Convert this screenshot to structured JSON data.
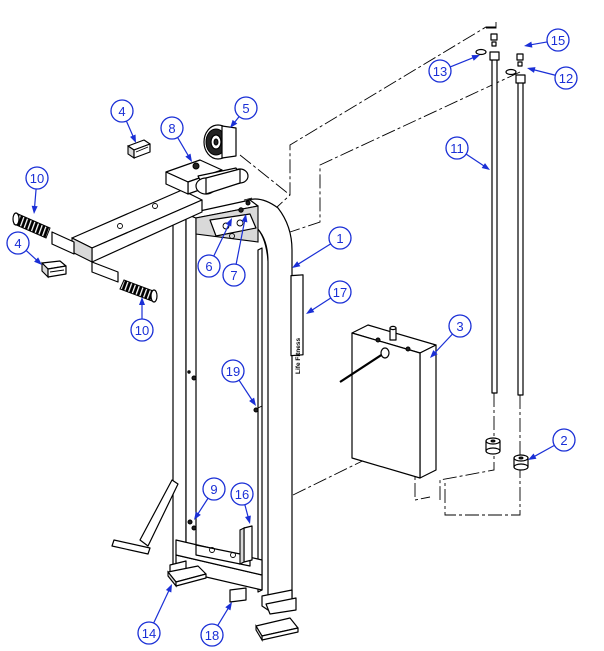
{
  "callouts": [
    {
      "id": "c1",
      "label": "1"
    },
    {
      "id": "c2",
      "label": "2"
    },
    {
      "id": "c3",
      "label": "3"
    },
    {
      "id": "c4a",
      "label": "4"
    },
    {
      "id": "c4b",
      "label": "4"
    },
    {
      "id": "c5",
      "label": "5"
    },
    {
      "id": "c6",
      "label": "6"
    },
    {
      "id": "c7",
      "label": "7"
    },
    {
      "id": "c8",
      "label": "8"
    },
    {
      "id": "c9",
      "label": "9"
    },
    {
      "id": "c10a",
      "label": "10"
    },
    {
      "id": "c10b",
      "label": "10"
    },
    {
      "id": "c11",
      "label": "11"
    },
    {
      "id": "c12",
      "label": "12"
    },
    {
      "id": "c13",
      "label": "13"
    },
    {
      "id": "c14",
      "label": "14"
    },
    {
      "id": "c15",
      "label": "15"
    },
    {
      "id": "c16",
      "label": "16"
    },
    {
      "id": "c17",
      "label": "17"
    },
    {
      "id": "c18",
      "label": "18"
    },
    {
      "id": "c19",
      "label": "19"
    }
  ],
  "decal_text": "Life Fitness",
  "colors": {
    "callout": "#1a2fd6",
    "line": "#000000"
  }
}
